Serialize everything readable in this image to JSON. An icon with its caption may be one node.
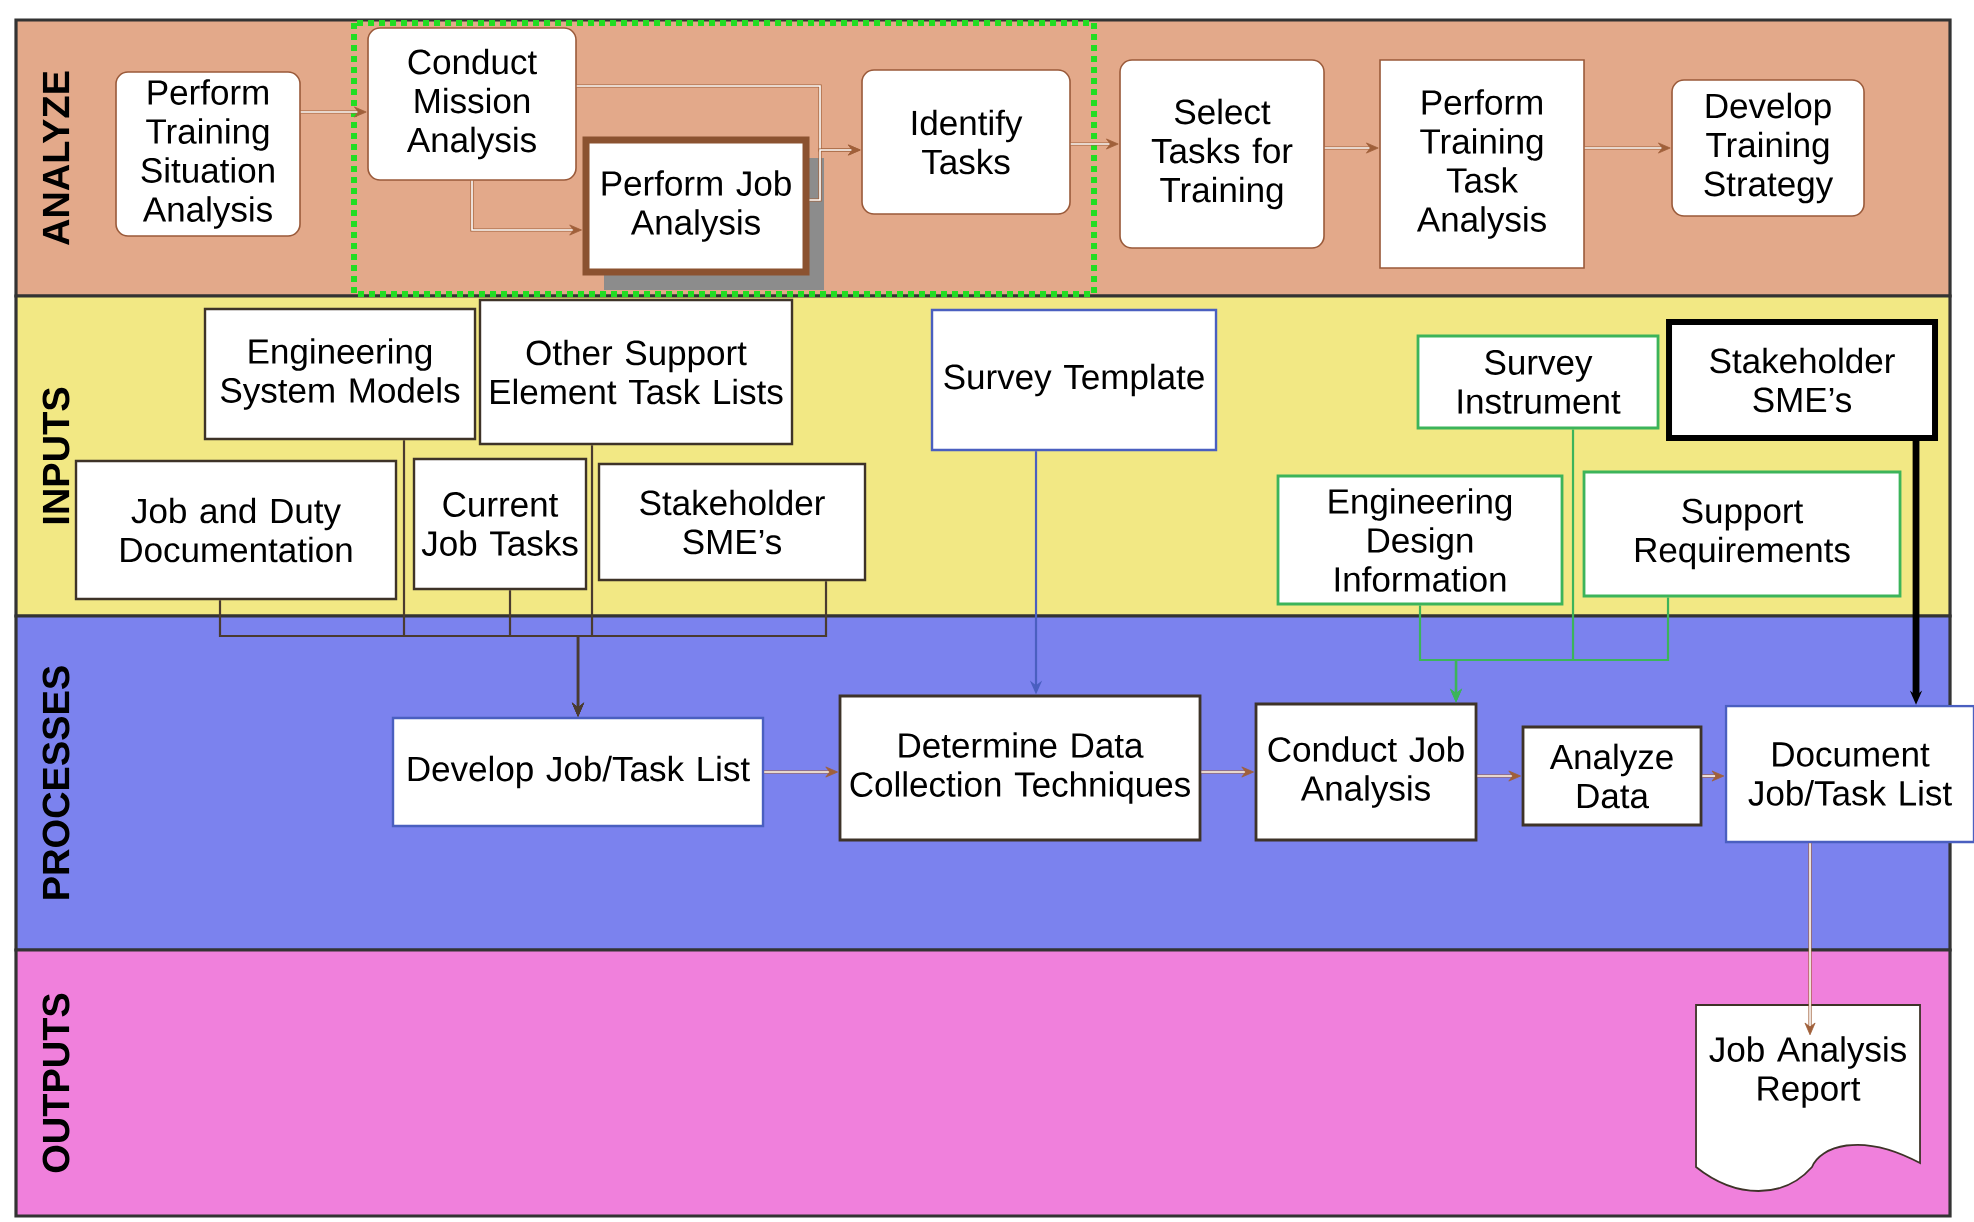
{
  "diagram": {
    "nodes": [
      {
        "text": [
          "ANALYZE"
        ]
      },
      {
        "text": [
          "INPUTS"
        ]
      },
      {
        "text": [
          "PROCESSES"
        ]
      },
      {
        "text": [
          "OUTPUTS"
        ]
      },
      {
        "text": [
          "Perform Training Situation Analysis"
        ],
        "in": 0
      },
      {
        "text": [
          "Conduct Mission Analysis"
        ],
        "in": 0
      },
      {
        "text": [
          "Perform Job Analysis"
        ],
        "in": 0
      },
      {
        "text": [
          "Identify Tasks"
        ],
        "in": 0
      },
      {
        "text": [
          "Select Tasks for Training"
        ],
        "in": 0
      },
      {
        "text": [
          "Perform Training Task Analysis"
        ],
        "in": 0
      },
      {
        "text": [
          "Develop Training Strategy"
        ],
        "in": 0
      },
      {
        "text": [
          "Engineering System Models"
        ],
        "in": 1
      },
      {
        "text": [
          "Other Support Element Task Lists"
        ],
        "in": 1
      },
      {
        "text": [
          "Job and Duty Documentation"
        ],
        "in": 1
      },
      {
        "text": [
          "Current Job Tasks"
        ],
        "in": 1
      },
      {
        "text": [
          "Stakeholder SME’s"
        ],
        "in": 1
      },
      {
        "text": [
          "Survey Template"
        ],
        "in": 1
      },
      {
        "text": [
          "Survey Instrument"
        ],
        "in": 1
      },
      {
        "text": [
          "Stakeholder SME’s"
        ],
        "in": 1
      },
      {
        "text": [
          "Engineering Design Information"
        ],
        "in": 1
      },
      {
        "text": [
          "Support Requirements"
        ],
        "in": 1
      },
      {
        "text": [
          "Develop Job/Task List"
        ],
        "in": 2
      },
      {
        "text": [
          "Determine Data Collection Techniques"
        ],
        "in": 2
      },
      {
        "text": [
          "Conduct Job Analysis"
        ],
        "in": 2
      },
      {
        "text": [
          "Analyze Data"
        ],
        "in": 2
      },
      {
        "text": [
          "Document Job/Task List"
        ],
        "in": 2
      },
      {
        "text": [
          "Job Analysis Report"
        ],
        "in": 3
      }
    ],
    "edges": [
      {
        "from": 4,
        "to": 5,
        "arrow": "to"
      },
      {
        "from": 5,
        "to": 7,
        "arrow": "to"
      },
      {
        "from": 5,
        "to": 6,
        "arrow": "to"
      },
      {
        "from": 6,
        "to": 7,
        "arrow": "to"
      },
      {
        "from": 7,
        "to": 8,
        "arrow": "to"
      },
      {
        "from": 8,
        "to": 9,
        "arrow": "to"
      },
      {
        "from": 9,
        "to": 10,
        "arrow": "to"
      },
      {
        "from": 11,
        "to": 21,
        "arrow": "to",
        "color": "#4a3b2f"
      },
      {
        "from": 12,
        "to": 21,
        "arrow": "to",
        "color": "#4a3b2f"
      },
      {
        "from": 13,
        "to": 21,
        "arrow": "to",
        "color": "#4a3b2f"
      },
      {
        "from": 14,
        "to": 21,
        "arrow": "to",
        "color": "#4a3b2f"
      },
      {
        "from": 15,
        "to": 21,
        "arrow": "to",
        "color": "#4a3b2f"
      },
      {
        "from": 16,
        "to": 22,
        "arrow": "to",
        "color": "#4a5fc0"
      },
      {
        "from": 17,
        "to": 23,
        "arrow": "to",
        "color": "#3cb45a"
      },
      {
        "from": 19,
        "to": 23,
        "arrow": "to",
        "color": "#3cb45a"
      },
      {
        "from": 20,
        "to": 23,
        "arrow": "to",
        "color": "#3cb45a"
      },
      {
        "from": 18,
        "to": 25,
        "arrow": "to",
        "style": "thick",
        "color": "#000000"
      },
      {
        "from": 21,
        "to": 22,
        "arrow": "to"
      },
      {
        "from": 22,
        "to": 23,
        "arrow": "to"
      },
      {
        "from": 23,
        "to": 24,
        "arrow": "to"
      },
      {
        "from": 24,
        "to": 25,
        "arrow": "to"
      },
      {
        "from": 25,
        "to": 26,
        "arrow": "to"
      }
    ]
  }
}
